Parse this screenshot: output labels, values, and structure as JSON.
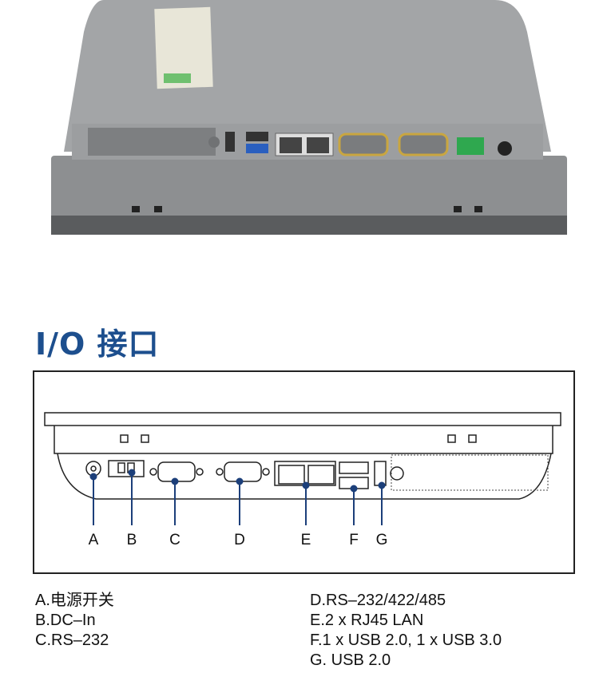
{
  "title": "I/O 接口",
  "ports": [
    {
      "letter": "A",
      "desc": "A.电源开关"
    },
    {
      "letter": "B",
      "desc": "B.DC–In"
    },
    {
      "letter": "C",
      "desc": "C.RS–232"
    },
    {
      "letter": "D",
      "desc": "D.RS–232/422/485"
    },
    {
      "letter": "E",
      "desc": "E.2 x RJ45 LAN"
    },
    {
      "letter": "F",
      "desc": "F.1 x USB 2.0, 1 x USB 3.0"
    },
    {
      "letter": "G",
      "desc": "G. USB 2.0"
    }
  ],
  "colors": {
    "title": "#1d4f8e",
    "callout": "#1c3f7a",
    "device": "#9a9c9e",
    "connector_green": "#2fa84f"
  }
}
